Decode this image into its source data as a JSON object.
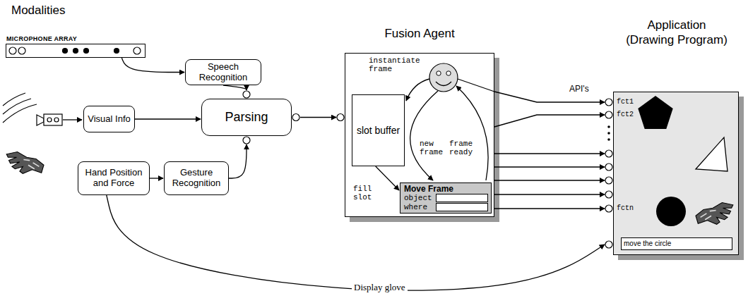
{
  "diagram": {
    "nodes": [
      {
        "text": [
          "MICROPHONE ARRAY"
        ]
      },
      {
        "text": [
          "Speech Recognition"
        ]
      },
      {
        "text": [
          "Visual Info"
        ]
      },
      {
        "text": [
          "Parsing"
        ]
      },
      {
        "text": [
          "Hand Position and Force"
        ]
      },
      {
        "text": [
          "Gesture Recognition"
        ]
      },
      {
        "text": [
          "Fusion Agent"
        ]
      },
      {
        "text": [
          "slot buffer"
        ],
        "in": 6
      },
      {
        "text": [
          "Move Frame",
          "object",
          "where"
        ],
        "in": 6
      },
      {
        "text": [
          "Application (Drawing Program)"
        ]
      },
      {
        "text": [
          "move the circle"
        ],
        "in": 9
      }
    ],
    "edges": [
      {
        "from": 0,
        "to": 1,
        "arrow": "to"
      },
      {
        "from": 1,
        "to": 3,
        "arrow": "to"
      },
      {
        "from": 2,
        "to": 3,
        "arrow": "to"
      },
      {
        "from": 4,
        "to": 5,
        "arrow": "to"
      },
      {
        "from": 5,
        "to": 3,
        "arrow": "to"
      },
      {
        "from": 3,
        "to": 6,
        "arrow": "to"
      },
      {
        "from": 7,
        "to": 8,
        "label": "fill slot",
        "arrow": "to"
      },
      {
        "from": 6,
        "to": 9,
        "arrow": "to"
      },
      {
        "from": 6,
        "to": 9,
        "arrow": "to"
      },
      {
        "from": 6,
        "to": 9,
        "arrow": "to"
      },
      {
        "from": 6,
        "to": 9,
        "arrow": "to"
      },
      {
        "from": 6,
        "to": 9,
        "arrow": "to"
      },
      {
        "from": 6,
        "to": 9,
        "arrow": "to"
      },
      {
        "from": 6,
        "to": 9,
        "arrow": "to"
      },
      {
        "from": 4,
        "to": 9,
        "label": "Display glove",
        "arrow": "to"
      }
    ],
    "labels": [
      "Modalities",
      "instantiate frame",
      "new frame",
      "frame ready",
      "API's",
      "fct1",
      "fct2",
      "fctn"
    ]
  }
}
